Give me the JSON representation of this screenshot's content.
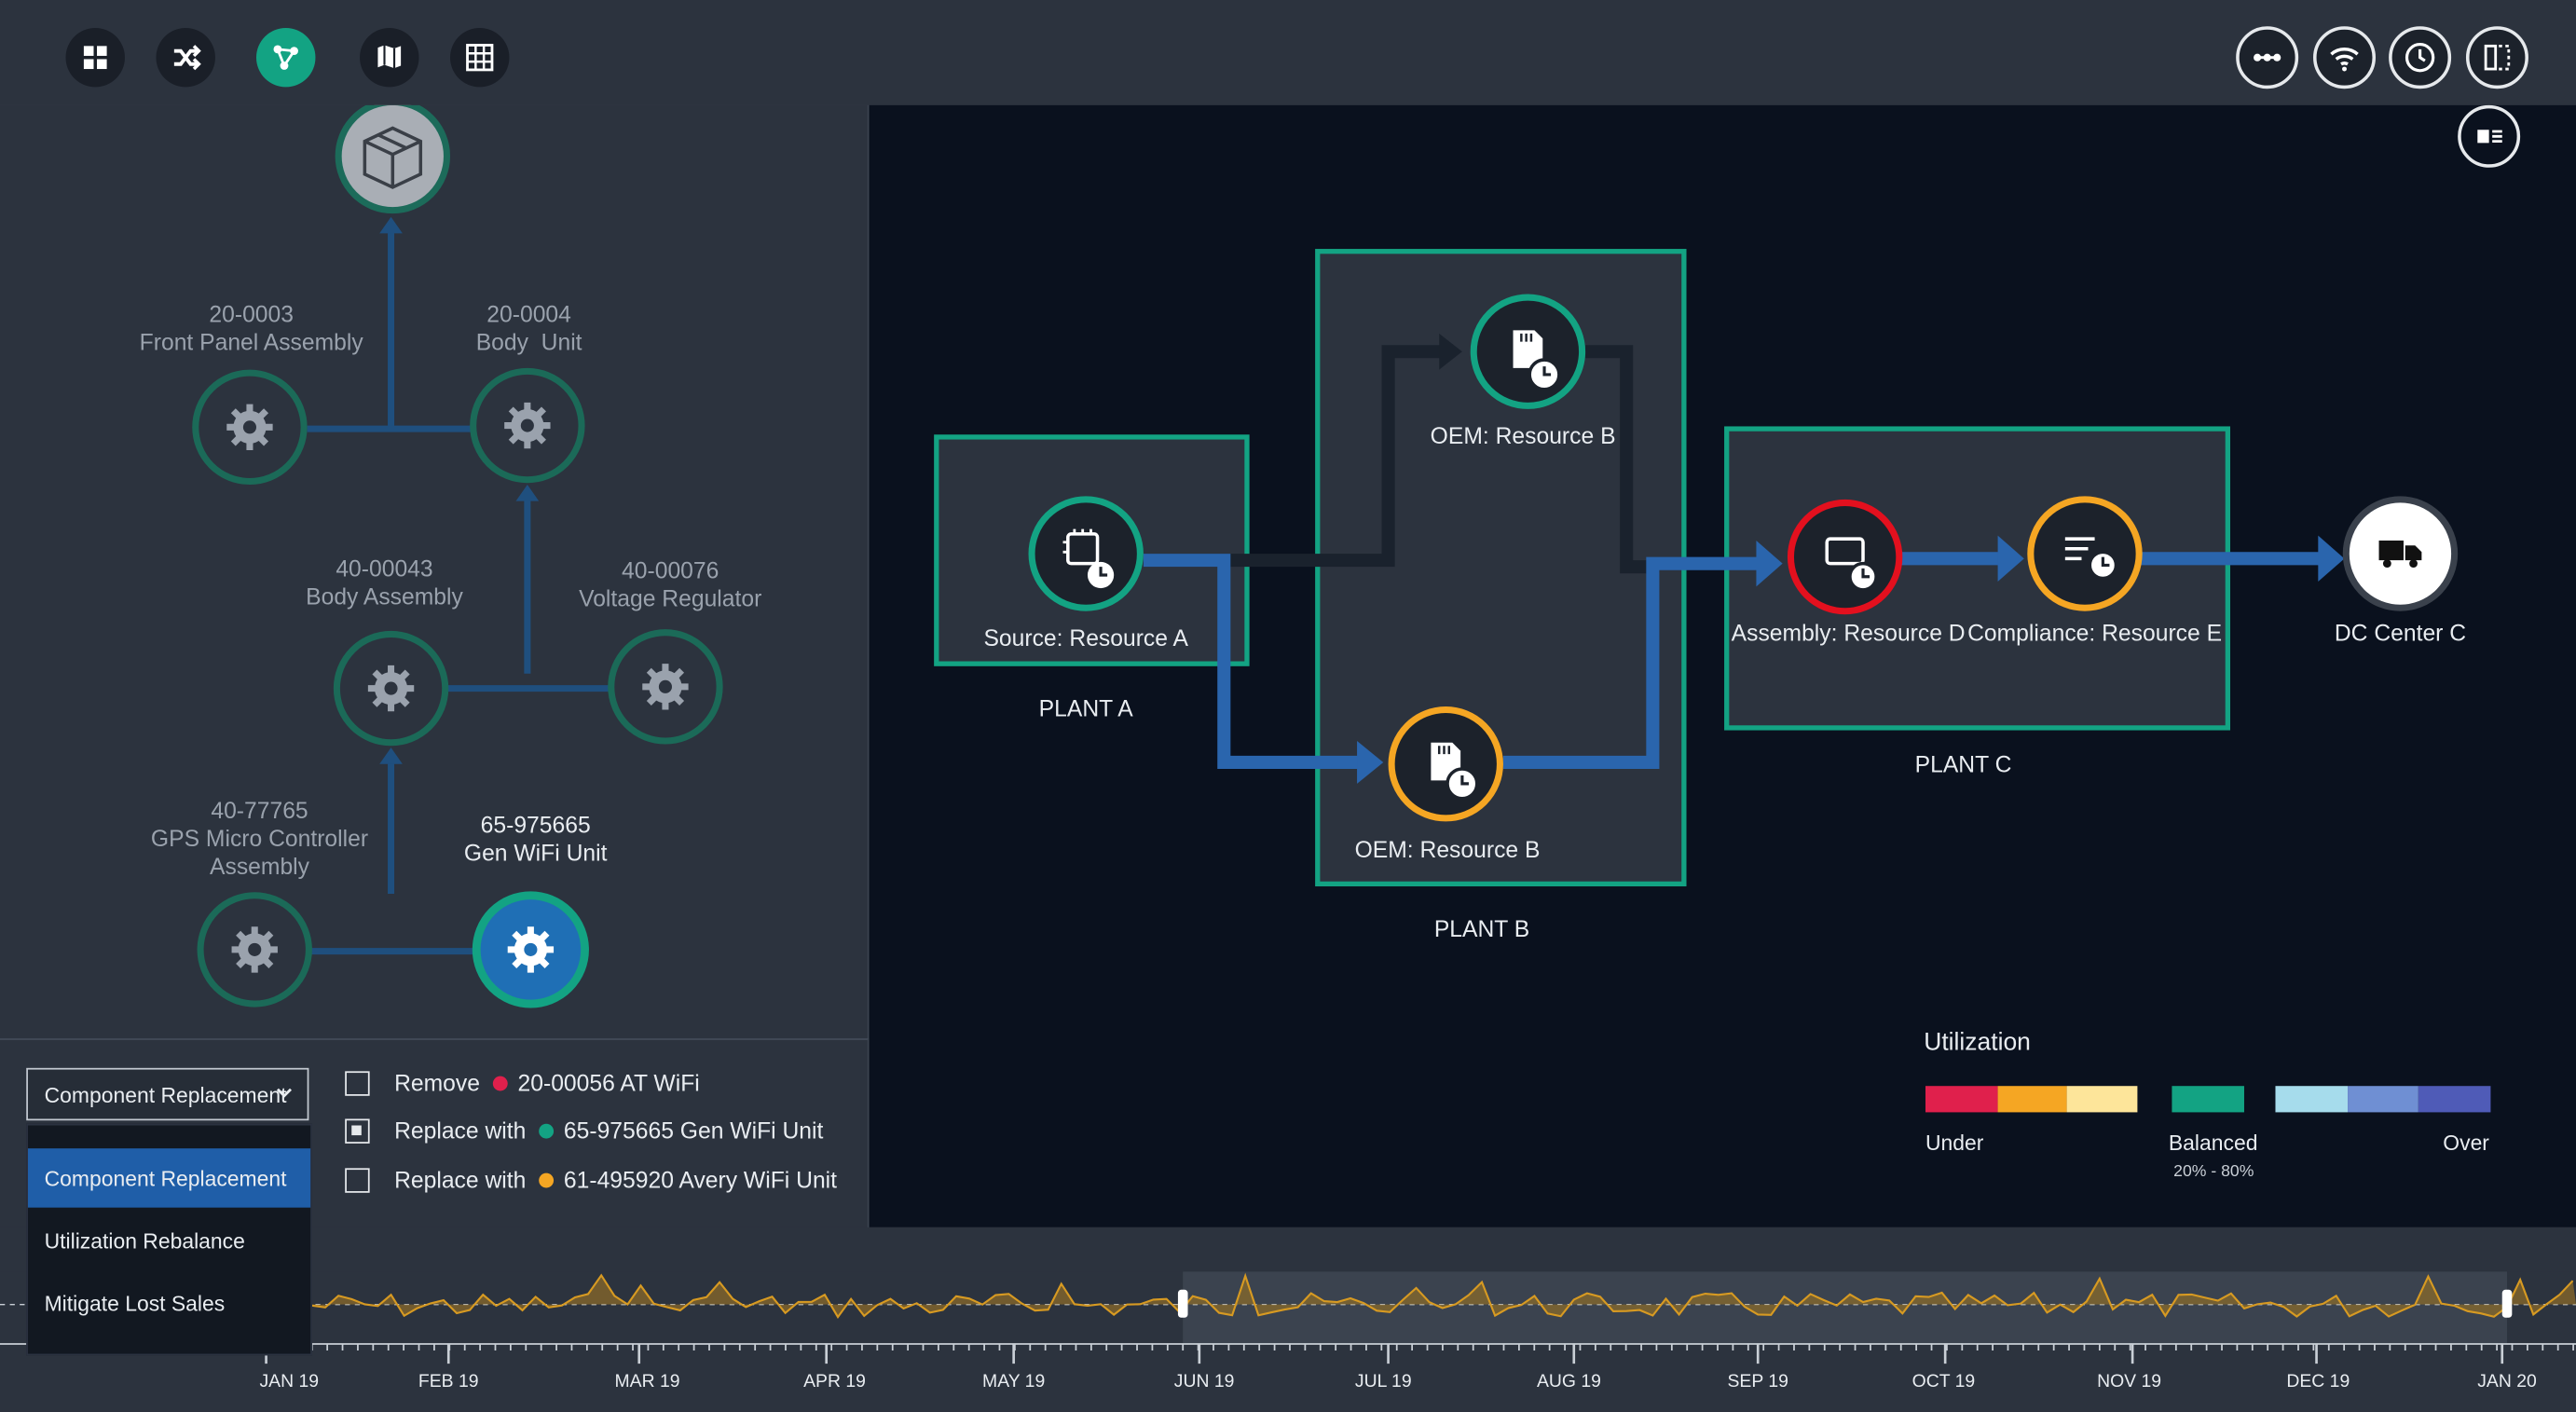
{
  "toolbar": {
    "left_icons": [
      "dashboard-grid-icon",
      "shuffle-icon",
      "network-graph-icon",
      "map-icon",
      "table-grid-icon"
    ],
    "active_icon": "network-graph-icon",
    "right_icons": [
      "path-dots-icon",
      "wifi-signal-icon",
      "clock-icon",
      "split-view-icon"
    ]
  },
  "bom_tree": {
    "root_icon": "package-box-icon",
    "nodes": [
      {
        "code": "20-0003",
        "name": "Front Panel Assembly",
        "icon": "gear-icon"
      },
      {
        "code": "20-0004",
        "name": "Body  Unit",
        "icon": "gear-icon"
      },
      {
        "code": "40-00043",
        "name": "Body Assembly",
        "icon": "gear-icon"
      },
      {
        "code": "40-00076",
        "name": "Voltage Regulator",
        "icon": "gear-icon"
      },
      {
        "code": "40-77765",
        "name": "GPS Micro Controller",
        "name2": "Assembly",
        "icon": "gear-icon"
      },
      {
        "code": "65-975665",
        "name": "Gen WiFi Unit",
        "icon": "gear-icon",
        "selected": true
      }
    ]
  },
  "scenario": {
    "selected": "Component Replacement",
    "options": [
      "Component Replacement",
      "Utilization Rebalance",
      "Mitigate Lost Sales"
    ],
    "actions": [
      {
        "label": "Remove",
        "item": "20-00056 AT WiFi",
        "checked": false,
        "dot_color": "#e0204c"
      },
      {
        "label": "Replace with",
        "item": "65-975665 Gen WiFi Unit",
        "checked": true,
        "dot_color": "#13a383"
      },
      {
        "label": "Replace with",
        "item": "61-495920 Avery WiFi  Unit",
        "checked": false,
        "dot_color": "#f5a623"
      }
    ]
  },
  "network": {
    "plants": [
      "PLANT A",
      "PLANT B",
      "PLANT C"
    ],
    "nodes": [
      {
        "label": "Source: Resource A",
        "status": "balanced",
        "icon": "chip-clock-icon"
      },
      {
        "label": "OEM: Resource B",
        "status": "balanced",
        "icon": "sd-card-clock-icon"
      },
      {
        "label": "OEM: Resource B",
        "status": "under",
        "icon": "sd-card-clock-icon"
      },
      {
        "label": "Assembly: Resource D",
        "status": "under-critical",
        "icon": "monitor-clock-icon"
      },
      {
        "label": "Compliance: Resource E",
        "status": "under",
        "icon": "list-clock-icon"
      },
      {
        "label": "DC Center C",
        "status": "destination",
        "icon": "truck-icon"
      }
    ],
    "view_toggle_icon": "legend-card-icon"
  },
  "legend": {
    "title": "Utilization",
    "under": "Under",
    "balanced": "Balanced",
    "balanced_range": "20% - 80%",
    "over": "Over",
    "colors": {
      "under": [
        "#e0204c",
        "#f5a623",
        "#fde59a"
      ],
      "balanced": [
        "#13a383"
      ],
      "over": [
        "#a6dcec",
        "#6f8fd3",
        "#4f5bb7"
      ]
    }
  },
  "timeline": {
    "months": [
      "JAN 19",
      "FEB 19",
      "MAR 19",
      "APR 19",
      "MAY 19",
      "JUN 19",
      "JUL 19",
      "AUG 19",
      "SEP 19",
      "OCT 19",
      "NOV 19",
      "DEC 19",
      "JAN 20"
    ],
    "selection": [
      "JUN 19",
      "JAN 20"
    ],
    "series_color": "#d79a22"
  }
}
